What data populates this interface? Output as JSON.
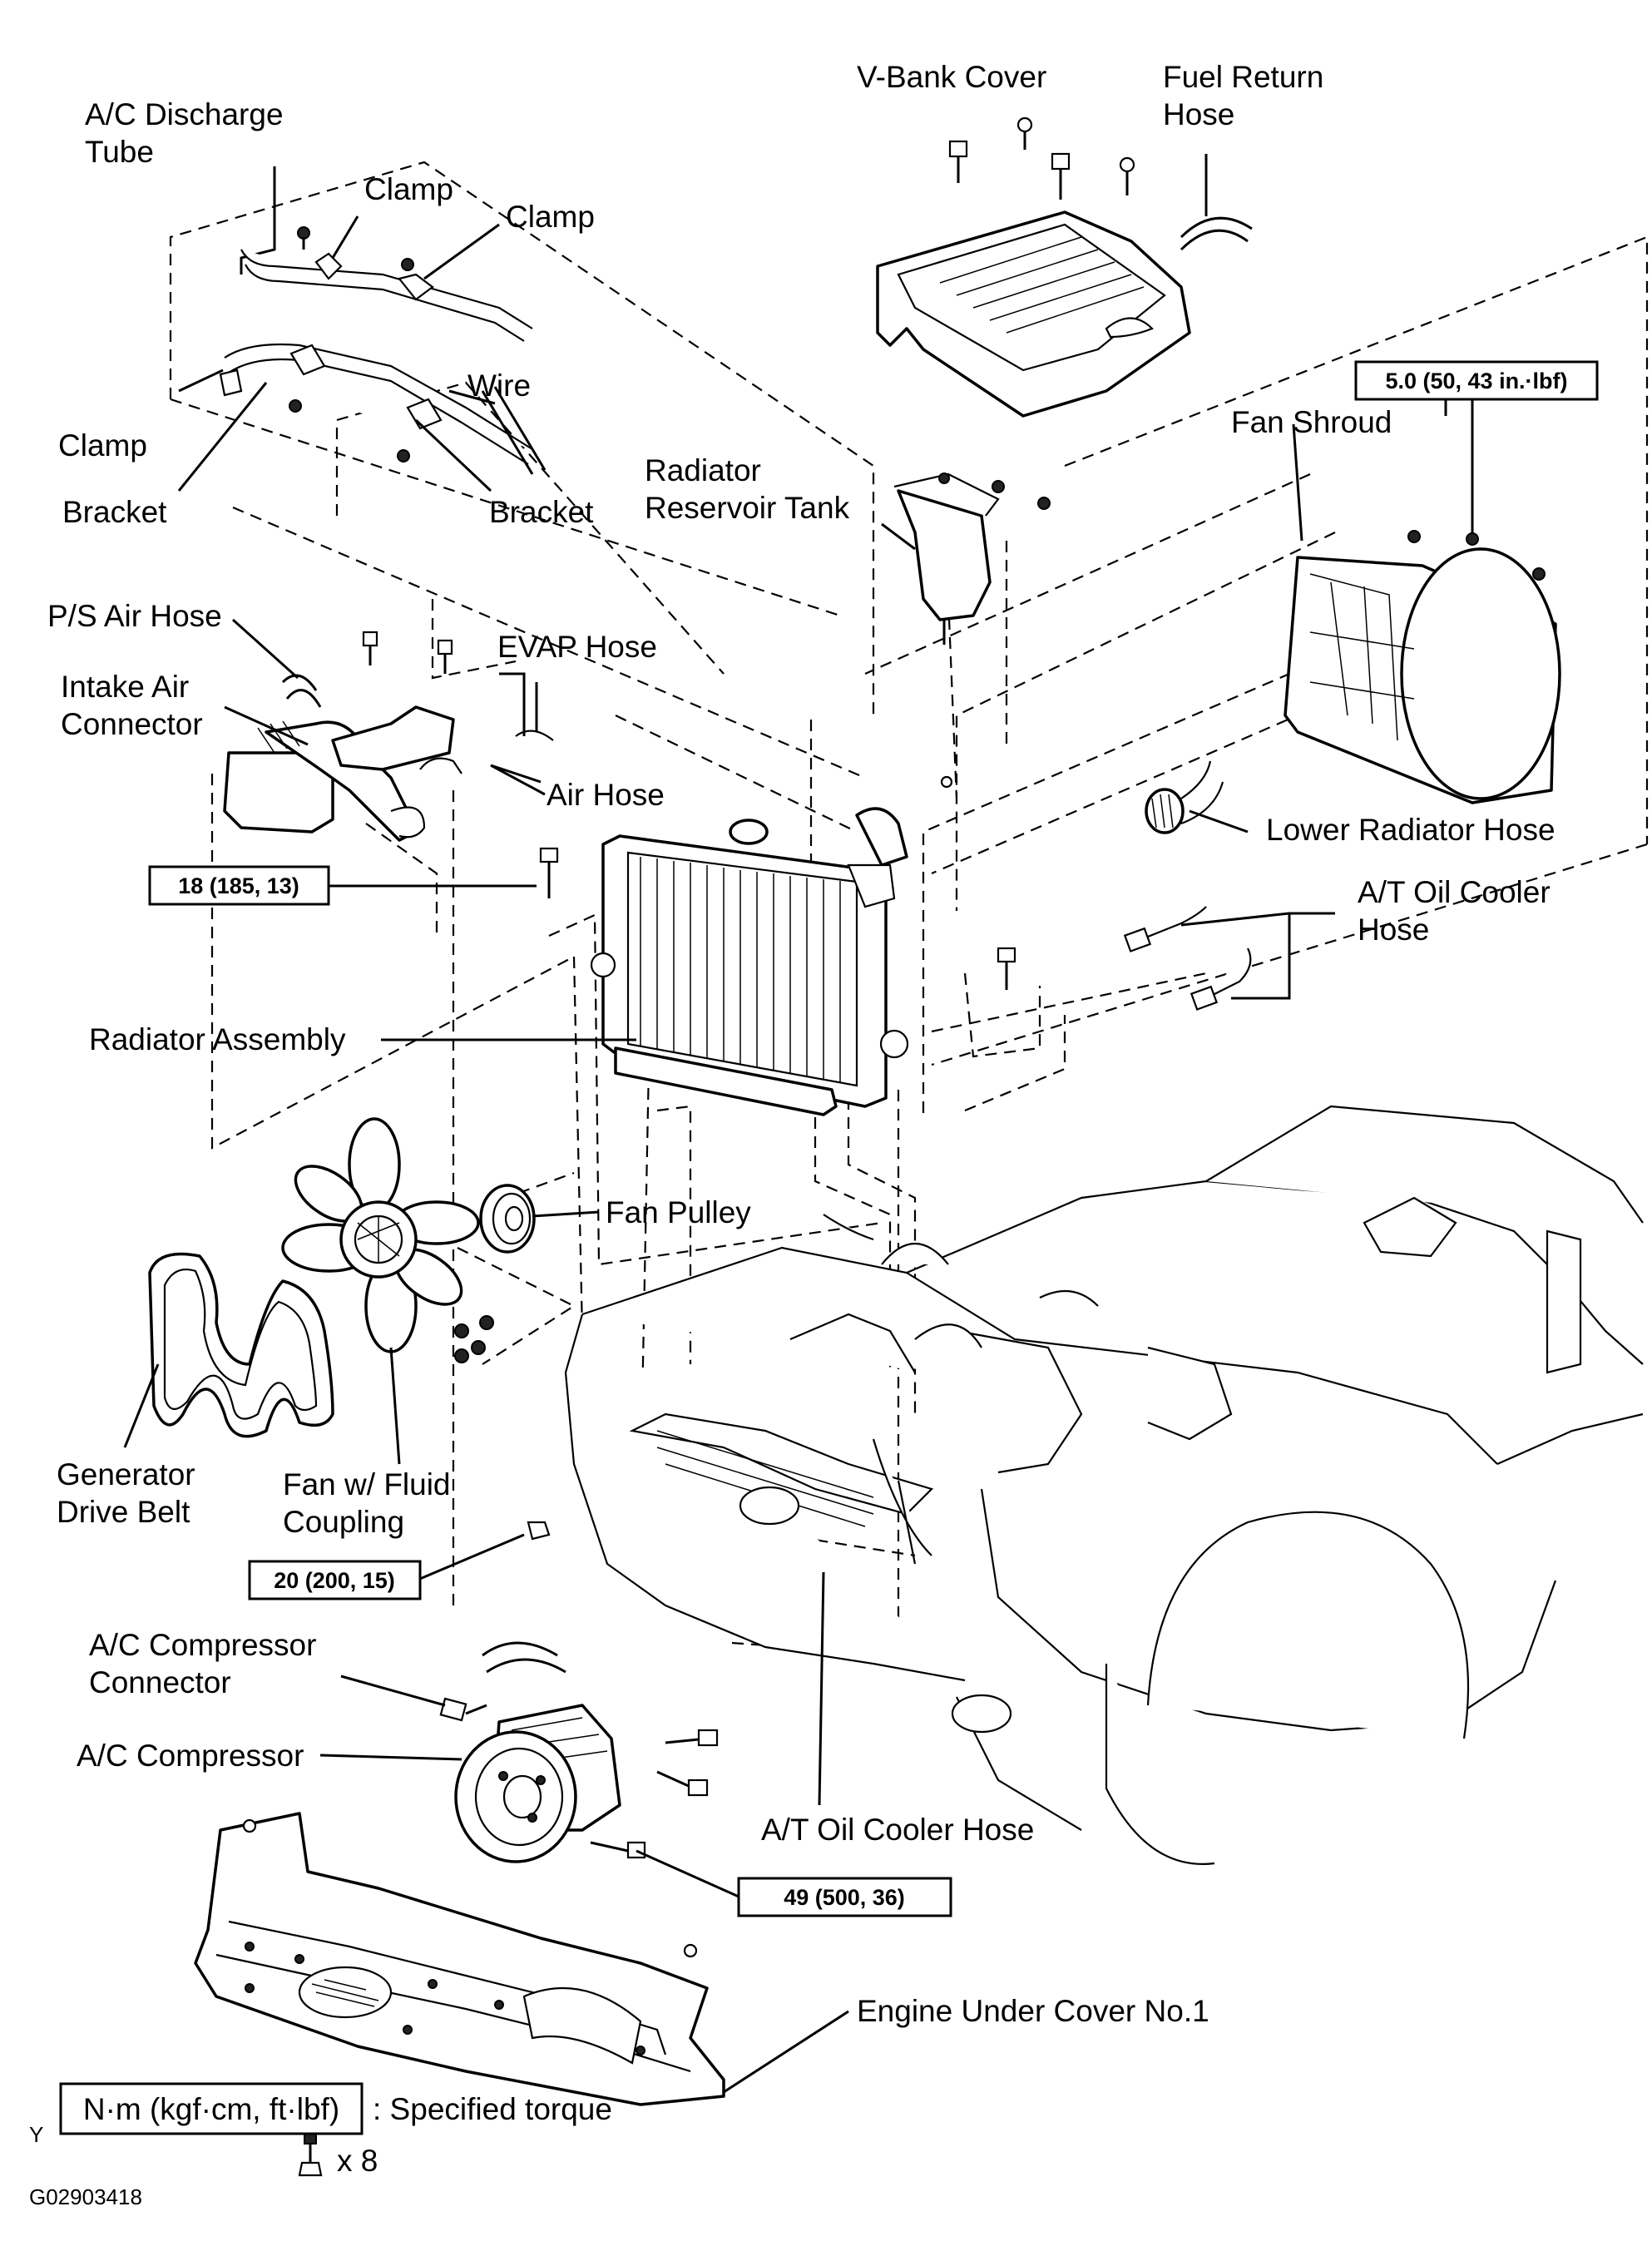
{
  "labels": {
    "ac_discharge_tube_1": "A/C Discharge",
    "ac_discharge_tube_2": "Tube",
    "clamp_1": "Clamp",
    "clamp_2": "Clamp",
    "clamp_3": "Clamp",
    "bracket_1": "Bracket",
    "bracket_2": "Bracket",
    "wire": "Wire",
    "v_bank_cover": "V-Bank  Cover",
    "fuel_return_hose_1": "Fuel Return",
    "fuel_return_hose_2": "Hose",
    "fan_shroud": "Fan Shroud",
    "radiator_reservoir_1": "Radiator",
    "radiator_reservoir_2": "Reservoir Tank",
    "ps_air_hose": "P/S Air Hose",
    "intake_air_connector_1": "Intake Air",
    "intake_air_connector_2": "Connector",
    "evap_hose": "EVAP Hose",
    "air_hose": "Air Hose",
    "lower_radiator_hose": "Lower Radiator Hose",
    "at_oil_cooler_hose_upper_1": "A/T Oil Cooler",
    "at_oil_cooler_hose_upper_2": "Hose",
    "radiator_assembly": "Radiator Assembly",
    "fan_pulley": "Fan Pulley",
    "generator_drive_belt_1": "Generator",
    "generator_drive_belt_2": "Drive Belt",
    "fan_fluid_coupling_1": "Fan w/ Fluid",
    "fan_fluid_coupling_2": "Coupling",
    "ac_compressor_connector_1": "A/C Compressor",
    "ac_compressor_connector_2": "Connector",
    "ac_compressor": "A/C Compressor",
    "at_oil_cooler_hose_lower": "A/T Oil Cooler Hose",
    "engine_under_cover": "Engine Under Cover No.1",
    "bolt_count": "x 8"
  },
  "torque": {
    "t_5_0": "5.0 (50, 43 in.·lbf)",
    "t_18": "18 (185, 13)",
    "t_20": "20 (200, 15)",
    "t_49": "49 (500, 36)"
  },
  "legend": {
    "units": "N·m (kgf·cm, ft·lbf)",
    "text": ": Specified torque",
    "marker": "Y"
  },
  "figure_code": "G02903418"
}
